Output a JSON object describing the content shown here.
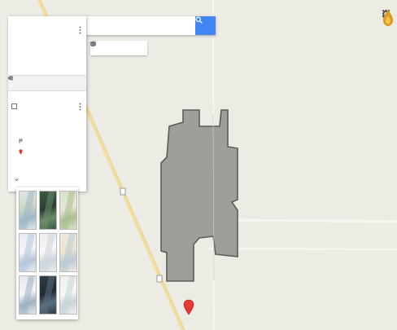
{
  "search": {
    "placeholder": "",
    "value": ""
  },
  "panel": {
    "title": "",
    "subtitle": "",
    "description": "",
    "actions": [
      {
        "label": "",
        "icon": "add-layer-icon"
      },
      {
        "label": "",
        "icon": "share-icon"
      },
      {
        "label": "",
        "icon": "preview-icon"
      }
    ],
    "layer": {
      "name": "",
      "import_link": "",
      "features": [
        {
          "label": "",
          "icon": "style-icon"
        },
        {
          "label": "",
          "icon": "placemark-icon",
          "color": "#e53935"
        }
      ]
    },
    "basemap_label": ""
  },
  "basemaps": [
    {
      "name": "map",
      "colors": [
        "#dfe8e6",
        "#9fb8c9",
        "#c8d6c0"
      ]
    },
    {
      "name": "satellite",
      "colors": [
        "#3d5a42",
        "#6b8b6a",
        "#2b3f33"
      ]
    },
    {
      "name": "terrain",
      "colors": [
        "#d6e2c7",
        "#a9c08f",
        "#e8e6d8"
      ]
    },
    {
      "name": "light-political",
      "colors": [
        "#e6eaf0",
        "#b7c7dc",
        "#f3f4f6"
      ]
    },
    {
      "name": "mono-city",
      "colors": [
        "#ececec",
        "#cdd5dc",
        "#f7f7f7"
      ]
    },
    {
      "name": "simple-atlas",
      "colors": [
        "#f0ebe0",
        "#b9cbd6",
        "#ece3cf"
      ]
    },
    {
      "name": "light-landmass",
      "colors": [
        "#e4e7ea",
        "#9eb1c2",
        "#f4f5f6"
      ]
    },
    {
      "name": "dark-landmass",
      "colors": [
        "#2f3e48",
        "#5a6f7c",
        "#1e2a32"
      ]
    },
    {
      "name": "whitewater",
      "colors": [
        "#eef0ec",
        "#c7d3d8",
        "#f8f8f5"
      ]
    }
  ],
  "colors": {
    "map_bg": "#ecebe4",
    "accent": "#4285f4",
    "highway": "#f2dd9c",
    "polygon_fill": "#9a9a96",
    "polygon_stroke": "#5c5c5a",
    "marker": "#e53935"
  },
  "top_right": {
    "icons": [
      "apps-grid-icon",
      "notifications-icon",
      "account-avatar-icon"
    ]
  }
}
